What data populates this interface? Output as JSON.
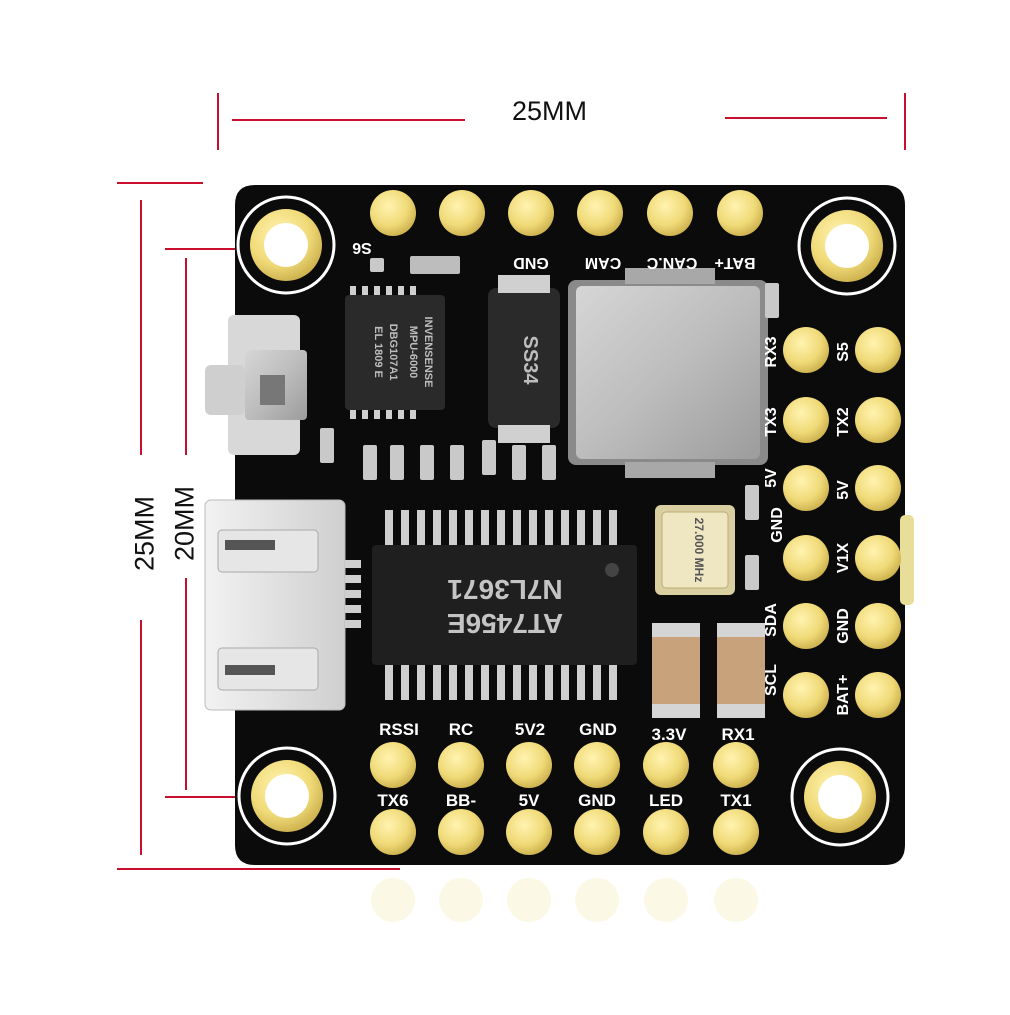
{
  "dimensions": {
    "board_width": "25MM",
    "board_height": "25MM",
    "mount_spacing": "20MM"
  },
  "chips": {
    "imu_line1": "INVENSENSE",
    "imu_line2": "MPU-6000",
    "imu_line3": "DBG107A1",
    "imu_line4": "EL 1809 E",
    "diode": "SS34",
    "osd_line1": "AT7456E",
    "osd_line2": "N7L3671",
    "crystal": "27.000 MHz"
  },
  "pads": {
    "top": [
      "BAT+",
      "CAN.C",
      "CAM",
      "GND"
    ],
    "top_s6": "S6",
    "right_col1": [
      "RX3",
      "TX3",
      "5V",
      "GND",
      "SDA",
      "SCL"
    ],
    "right_col2": [
      "S5",
      "TX2",
      "5V",
      "V1X",
      "GND",
      "BAT+"
    ],
    "bottom_row1": [
      "RSSI",
      "RC",
      "5V2",
      "GND",
      "3.3V",
      "RX1"
    ],
    "bottom_row2": [
      "TX6",
      "BB-",
      "5V",
      "GND",
      "LED",
      "TX1"
    ]
  },
  "colors": {
    "board": "#0b0b0b",
    "pad_gold": "#f0da78",
    "dimension_line": "#c8102e",
    "silkscreen": "#ffffff"
  }
}
